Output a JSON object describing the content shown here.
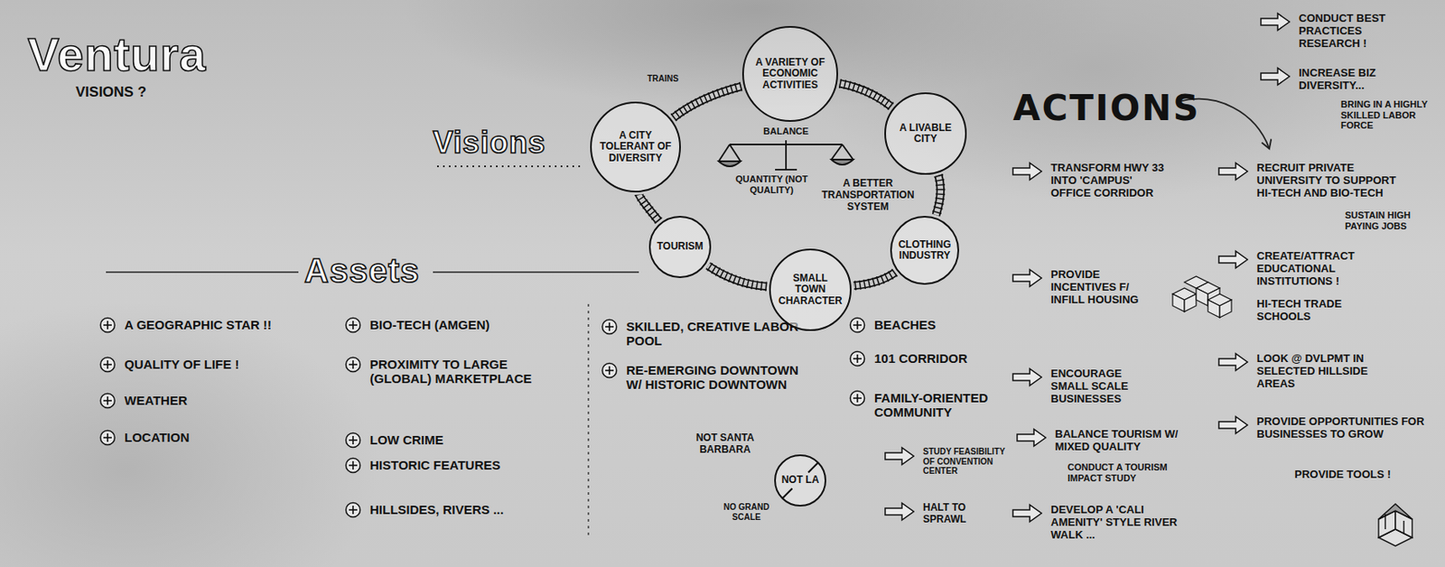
{
  "diagram": {
    "title": "Ventura",
    "nodes": [
      {
        "text": [
          "A VARIETY OF ECONOMIC ACTIVITIES"
        ]
      },
      {
        "text": [
          "A CITY TOLERANT OF DIVERSITY"
        ]
      },
      {
        "text": [
          "A LIVABLE CITY"
        ]
      },
      {
        "text": [
          "TOURISM"
        ]
      },
      {
        "text": [
          "SMALL TOWN CHARACTER"
        ]
      },
      {
        "text": [
          "CLOTHING INDUSTRY"
        ]
      },
      {
        "text": [
          "NOT LA"
        ]
      }
    ],
    "edges": [
      {
        "from": 0,
        "to": 2,
        "arrow": "none"
      },
      {
        "from": 2,
        "to": 5,
        "arrow": "none"
      },
      {
        "from": 5,
        "to": 4,
        "arrow": "none"
      },
      {
        "from": 4,
        "to": 3,
        "arrow": "none"
      },
      {
        "from": 3,
        "to": 1,
        "arrow": "none"
      },
      {
        "from": 1,
        "to": 0,
        "arrow": "none"
      }
    ],
    "labels": [
      "VISIONS ?",
      "TRAINS",
      "BALANCE",
      "QUANTITY (NOT QUALITY)",
      "A BETTER TRANSPORTATION SYSTEM",
      "A GEOGRAPHIC STAR !!",
      "QUALITY OF LIFE !",
      "WEATHER",
      "LOCATION",
      "BIO-TECH (AMGEN)",
      "PROXIMITY TO LARGE (GLOBAL) MARKETPLACE",
      "LOW CRIME",
      "HISTORIC FEATURES",
      "HILLSIDES, RIVERS ...",
      "SKILLED, CREATIVE LABOR POOL",
      "RE-EMERGING DOWNTOWN W/ HISTORIC DOWNTOWN",
      "BEACHES",
      "101 CORRIDOR",
      "FAMILY-ORIENTED COMMUNITY",
      "NOT SANTA BARBARA",
      "NO GRAND SCALE",
      "TRANSFORM HWY 33 INTO 'CAMPUS' OFFICE CORRIDOR",
      "PROVIDE INCENTIVES F/ INFILL HOUSING",
      "ENCOURAGE SMALL SCALE BUSINESSES",
      "BALANCE TOURISM W/ MIXED QUALITY",
      "CONDUCT A TOURISM IMPACT STUDY",
      "STUDY FEASIBILITY OF CONVENTION CENTER",
      "HALT TO SPRAWL",
      "DEVELOP A 'CALI AMENITY' STYLE RIVER WALK ...",
      "CONDUCT BEST PRACTICES RESEARCH !",
      "INCREASE BIZ DIVERSITY...",
      "BRING IN A HIGHLY SKILLED LABOR FORCE",
      "RECRUIT PRIVATE UNIVERSITY TO SUPPORT HI-TECH AND BIO-TECH",
      "SUSTAIN HIGH PAYING JOBS",
      "CREATE/ATTRACT EDUCATIONAL INSTITUTIONS !",
      "HI-TECH TRADE SCHOOLS",
      "LOOK @ DVLPMT IN SELECTED HILLSIDE AREAS",
      "PROVIDE OPPORTUNITIES FOR BUSINESSES TO GROW",
      "PROVIDE TOOLS !",
      "Visions",
      "Assets",
      "ACTIONS"
    ]
  }
}
